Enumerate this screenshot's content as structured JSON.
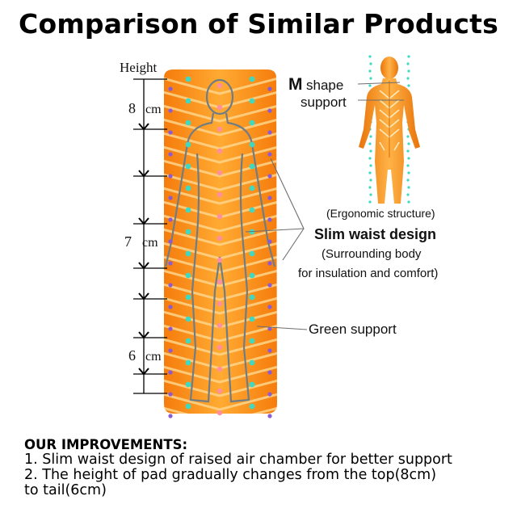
{
  "title": "Comparison of Similar Products",
  "height_label": "Height",
  "measurements": [
    {
      "value": "8",
      "unit": "cm"
    },
    {
      "value": "7",
      "unit": "cm"
    },
    {
      "value": "6",
      "unit": "cm"
    }
  ],
  "callouts": {
    "m_prefix": "M",
    "m_rest": "shape",
    "m_line2": "support",
    "ergonomic": "(Ergonomic structure)",
    "slim_waist": "Slim waist design",
    "surround_1": "(Surrounding body",
    "surround_2": "for insulation and comfort)",
    "green_support": "Green support"
  },
  "improvements": {
    "heading": "OUR IMPROVEMENTS:",
    "items": [
      "1. Slim waist design of raised air chamber for better support",
      "2. The height of pad gradually changes from the top(8cm)\nto tail(6cm)"
    ]
  },
  "colors": {
    "pad_orange": "#f7901e",
    "pad_light": "#ffc266",
    "dot_teal": "#3fd9c2",
    "dot_purple": "#8a5bd6",
    "outline": "#6f7d86"
  }
}
